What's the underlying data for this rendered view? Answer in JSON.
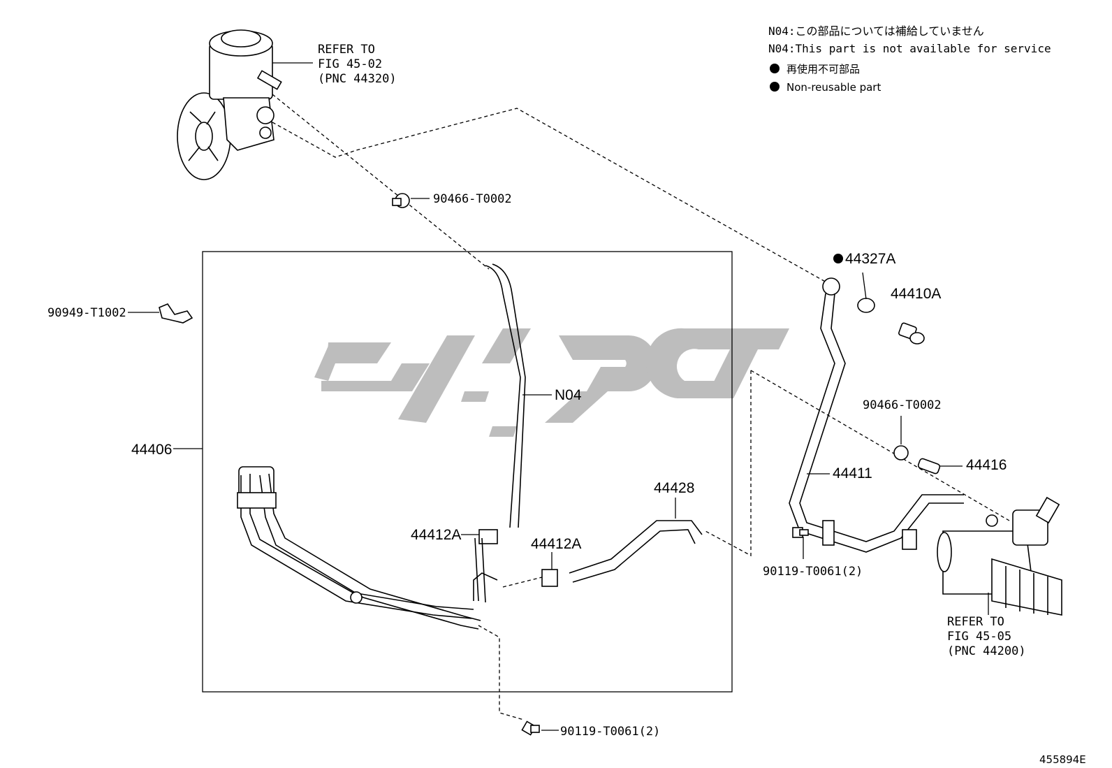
{
  "notes": {
    "n04_jp": "N04:この部品については補給していません",
    "n04_en": "N04:This part is not available for service",
    "nonreusable_jp": "再使用不可部品",
    "nonreusable_en": "Non-reusable part"
  },
  "refer_pump": {
    "line1": "REFER TO",
    "line2": "FIG 45-02",
    "line3": "(PNC 44320)"
  },
  "refer_rack": {
    "line1": "REFER TO",
    "line2": "FIG 45-05",
    "line3": "(PNC 44200)"
  },
  "labels": {
    "clip_top": "90466-T0002",
    "clip_left": "90949-T1002",
    "assy": "44406",
    "n04": "N04",
    "clamp_a1": "44412A",
    "clamp_a2": "44412A",
    "hose_44428": "44428",
    "gasket": "44327A",
    "bolt": "44410A",
    "clip_right": "90466-T0002",
    "union": "44416",
    "tube": "44411",
    "bolt_right": "90119-T0061(2)",
    "bolt_bottom": "90119-T0061(2)"
  },
  "figure_id": "455894E",
  "colors": {
    "ink": "#000000",
    "watermark": "#bdbdbd",
    "background": "#ffffff"
  }
}
